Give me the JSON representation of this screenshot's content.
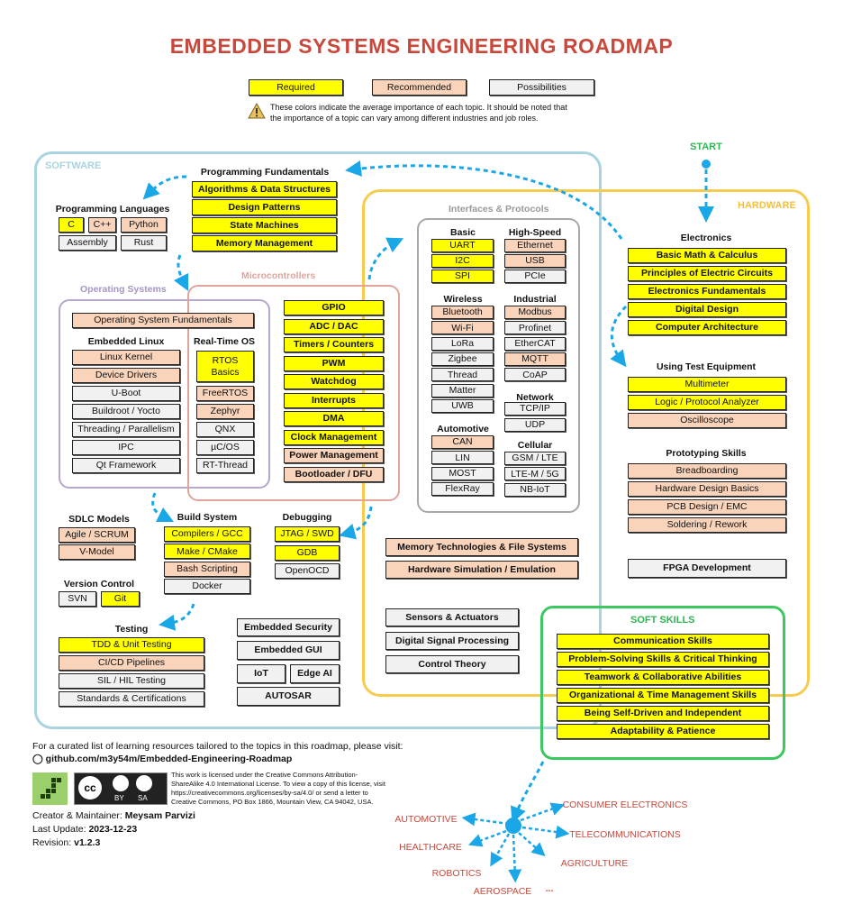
{
  "title": "EMBEDDED SYSTEMS ENGINEERING ROADMAP",
  "legend": {
    "required": "Required",
    "recommended": "Recommended",
    "possibilities": "Possibilities",
    "note_line1": "These colors indicate the average importance of each topic. It should be noted that",
    "note_line2": "the importance of a topic can vary among different industries and job roles."
  },
  "colors": {
    "required": "#ffff00",
    "recommended": "#f9d3ba",
    "possibility": "#f1f1f1",
    "software": "#a9d3de",
    "hardware": "#f5cc50",
    "soft_skills": "#3cc760",
    "title": "#c9483c",
    "arrow": "#1aa7e8"
  },
  "regions": {
    "software": "SOFTWARE",
    "hardware": "HARDWARE",
    "operating_systems": "Operating Systems",
    "microcontrollers": "Microcontrollers",
    "interfaces": "Interfaces & Protocols",
    "soft_skills": "SOFT SKILLS",
    "start": "START"
  },
  "groups": {
    "prog_fund": {
      "title": "Programming Fundamentals",
      "items": [
        {
          "label": "Algorithms & Data Structures",
          "level": "required"
        },
        {
          "label": "Design Patterns",
          "level": "required"
        },
        {
          "label": "State Machines",
          "level": "required"
        },
        {
          "label": "Memory Management",
          "level": "required"
        }
      ]
    },
    "prog_lang": {
      "title": "Programming Languages",
      "items": [
        {
          "label": "C",
          "level": "required"
        },
        {
          "label": "C++",
          "level": "recommended"
        },
        {
          "label": "Python",
          "level": "recommended"
        },
        {
          "label": "Assembly",
          "level": "possibility"
        },
        {
          "label": "Rust",
          "level": "possibility"
        }
      ]
    },
    "os_fund": {
      "title": "",
      "items": [
        {
          "label": "Operating System Fundamentals",
          "level": "recommended"
        }
      ]
    },
    "emb_linux": {
      "title": "Embedded Linux",
      "items": [
        {
          "label": "Linux Kernel",
          "level": "recommended"
        },
        {
          "label": "Device Drivers",
          "level": "recommended"
        },
        {
          "label": "U-Boot",
          "level": "possibility"
        },
        {
          "label": "Buildroot / Yocto",
          "level": "possibility"
        },
        {
          "label": "Threading / Parallelism",
          "level": "possibility"
        },
        {
          "label": "IPC",
          "level": "possibility"
        },
        {
          "label": "Qt Framework",
          "level": "possibility"
        }
      ]
    },
    "rtos": {
      "title": "Real-Time OS",
      "items": [
        {
          "label": "RTOS Basics",
          "level": "required"
        },
        {
          "label": "FreeRTOS",
          "level": "recommended"
        },
        {
          "label": "Zephyr",
          "level": "recommended"
        },
        {
          "label": "QNX",
          "level": "possibility"
        },
        {
          "label": "µC/OS",
          "level": "possibility"
        },
        {
          "label": "RT-Thread",
          "level": "possibility"
        }
      ]
    },
    "mcu": {
      "title": "",
      "items": [
        {
          "label": "GPIO",
          "level": "required"
        },
        {
          "label": "ADC / DAC",
          "level": "required"
        },
        {
          "label": "Timers / Counters",
          "level": "required"
        },
        {
          "label": "PWM",
          "level": "required"
        },
        {
          "label": "Watchdog",
          "level": "required"
        },
        {
          "label": "Interrupts",
          "level": "required"
        },
        {
          "label": "DMA",
          "level": "required"
        },
        {
          "label": "Clock Management",
          "level": "required"
        },
        {
          "label": "Power Management",
          "level": "recommended"
        },
        {
          "label": "Bootloader / DFU",
          "level": "recommended"
        }
      ]
    },
    "basic": {
      "title": "Basic",
      "items": [
        {
          "label": "UART",
          "level": "required"
        },
        {
          "label": "I2C",
          "level": "required"
        },
        {
          "label": "SPI",
          "level": "required"
        }
      ]
    },
    "highspeed": {
      "title": "High-Speed",
      "items": [
        {
          "label": "Ethernet",
          "level": "recommended"
        },
        {
          "label": "USB",
          "level": "recommended"
        },
        {
          "label": "PCIe",
          "level": "possibility"
        }
      ]
    },
    "wireless": {
      "title": "Wireless",
      "items": [
        {
          "label": "Bluetooth",
          "level": "recommended"
        },
        {
          "label": "Wi-Fi",
          "level": "recommended"
        },
        {
          "label": "LoRa",
          "level": "possibility"
        },
        {
          "label": "Zigbee",
          "level": "possibility"
        },
        {
          "label": "Thread",
          "level": "possibility"
        },
        {
          "label": "Matter",
          "level": "possibility"
        },
        {
          "label": "UWB",
          "level": "possibility"
        }
      ]
    },
    "industrial": {
      "title": "Industrial",
      "items": [
        {
          "label": "Modbus",
          "level": "recommended"
        },
        {
          "label": "Profinet",
          "level": "possibility"
        },
        {
          "label": "EtherCAT",
          "level": "possibility"
        },
        {
          "label": "MQTT",
          "level": "recommended"
        },
        {
          "label": "CoAP",
          "level": "possibility"
        }
      ]
    },
    "network": {
      "title": "Network",
      "items": [
        {
          "label": "TCP/IP",
          "level": "possibility"
        },
        {
          "label": "UDP",
          "level": "possibility"
        }
      ]
    },
    "automotive": {
      "title": "Automotive",
      "items": [
        {
          "label": "CAN",
          "level": "recommended"
        },
        {
          "label": "LIN",
          "level": "possibility"
        },
        {
          "label": "MOST",
          "level": "possibility"
        },
        {
          "label": "FlexRay",
          "level": "possibility"
        }
      ]
    },
    "cellular": {
      "title": "Cellular",
      "items": [
        {
          "label": "GSM / LTE",
          "level": "possibility"
        },
        {
          "label": "LTE-M / 5G",
          "level": "possibility"
        },
        {
          "label": "NB-IoT",
          "level": "possibility"
        }
      ]
    },
    "electronics": {
      "title": "Electronics",
      "items": [
        {
          "label": "Basic Math & Calculus",
          "level": "required"
        },
        {
          "label": "Principles of Electric Circuits",
          "level": "required"
        },
        {
          "label": "Electronics Fundamentals",
          "level": "required"
        },
        {
          "label": "Digital Design",
          "level": "required"
        },
        {
          "label": "Computer Architecture",
          "level": "required"
        }
      ]
    },
    "test_equip": {
      "title": "Using Test Equipment",
      "items": [
        {
          "label": "Multimeter",
          "level": "required"
        },
        {
          "label": "Logic / Protocol Analyzer",
          "level": "required"
        },
        {
          "label": "Oscilloscope",
          "level": "recommended"
        }
      ]
    },
    "prototyping": {
      "title": "Prototyping Skills",
      "items": [
        {
          "label": "Breadboarding",
          "level": "recommended"
        },
        {
          "label": "Hardware Design Basics",
          "level": "recommended"
        },
        {
          "label": "PCB Design / EMC",
          "level": "recommended"
        },
        {
          "label": "Soldering / Rework",
          "level": "recommended"
        }
      ]
    },
    "fpga": {
      "title": "",
      "items": [
        {
          "label": "FPGA Development",
          "level": "possibility"
        }
      ]
    },
    "memory_sim": {
      "title": "",
      "items": [
        {
          "label": "Memory Technologies & File Systems",
          "level": "recommended"
        },
        {
          "label": "Hardware Simulation / Emulation",
          "level": "recommended"
        }
      ]
    },
    "dsp": {
      "title": "",
      "items": [
        {
          "label": "Sensors & Actuators",
          "level": "possibility"
        },
        {
          "label": "Digital Signal Processing",
          "level": "possibility"
        },
        {
          "label": "Control Theory",
          "level": "possibility"
        }
      ]
    },
    "soft": {
      "title": "",
      "items": [
        {
          "label": "Communication Skills",
          "level": "required"
        },
        {
          "label": "Problem-Solving Skills & Critical Thinking",
          "level": "required"
        },
        {
          "label": "Teamwork & Collaborative Abilities",
          "level": "required"
        },
        {
          "label": "Organizational & Time Management Skills",
          "level": "required"
        },
        {
          "label": "Being Self-Driven and Independent",
          "level": "required"
        },
        {
          "label": "Adaptability & Patience",
          "level": "required"
        }
      ]
    },
    "sdlc": {
      "title": "SDLC Models",
      "items": [
        {
          "label": "Agile / SCRUM",
          "level": "recommended"
        },
        {
          "label": "V-Model",
          "level": "recommended"
        }
      ]
    },
    "vcs": {
      "title": "Version Control",
      "items": [
        {
          "label": "SVN",
          "level": "possibility"
        },
        {
          "label": "Git",
          "level": "required"
        }
      ]
    },
    "build": {
      "title": "Build System",
      "items": [
        {
          "label": "Compilers / GCC",
          "level": "required"
        },
        {
          "label": "Make / CMake",
          "level": "required"
        },
        {
          "label": "Bash Scripting",
          "level": "recommended"
        },
        {
          "label": "Docker",
          "level": "possibility"
        }
      ]
    },
    "debug": {
      "title": "Debugging",
      "items": [
        {
          "label": "JTAG / SWD",
          "level": "required"
        },
        {
          "label": "GDB",
          "level": "required"
        },
        {
          "label": "OpenOCD",
          "level": "possibility"
        }
      ]
    },
    "testing": {
      "title": "Testing",
      "items": [
        {
          "label": "TDD & Unit Testing",
          "level": "required"
        },
        {
          "label": "CI/CD Pipelines",
          "level": "recommended"
        },
        {
          "label": "SIL / HIL Testing",
          "level": "possibility"
        },
        {
          "label": "Standards & Certifications",
          "level": "possibility"
        }
      ]
    },
    "extras": {
      "title": "",
      "items": [
        {
          "label": "Embedded Security",
          "level": "possibility"
        },
        {
          "label": "Embedded GUI",
          "level": "possibility"
        },
        {
          "label": "IoT",
          "level": "possibility"
        },
        {
          "label": "Edge AI",
          "level": "possibility"
        },
        {
          "label": "AUTOSAR",
          "level": "possibility"
        }
      ]
    }
  },
  "industries": [
    "AUTOMOTIVE",
    "CONSUMER ELECTRONICS",
    "TELECOMMUNICATIONS",
    "HEALTHCARE",
    "AGRICULTURE",
    "ROBOTICS",
    "AEROSPACE",
    "..."
  ],
  "footer": {
    "resources_text": "For a curated list of learning resources tailored to the topics in this roadmap, please visit:",
    "github_link": "github.com/m3y54m/Embedded-Engineering-Roadmap",
    "license_lines": [
      "This work is licensed under the Creative Commons Attribution-",
      "ShareAlike 4.0 International License. To view a copy of this license, visit",
      "https://creativecommons.org/licenses/by-sa/4.0/ or send a letter to",
      "Creative Commons, PO Box 1866, Mountain View, CA 94042, USA."
    ],
    "cc_badge": {
      "cc": "cc",
      "by": "BY",
      "sa": "SA"
    },
    "creator_label": "Creator & Maintainer:",
    "creator": "Meysam Parvizi",
    "update_label": "Last Update:",
    "update": "2023-12-23",
    "revision_label": "Revision:",
    "revision": "v1.2.3"
  }
}
